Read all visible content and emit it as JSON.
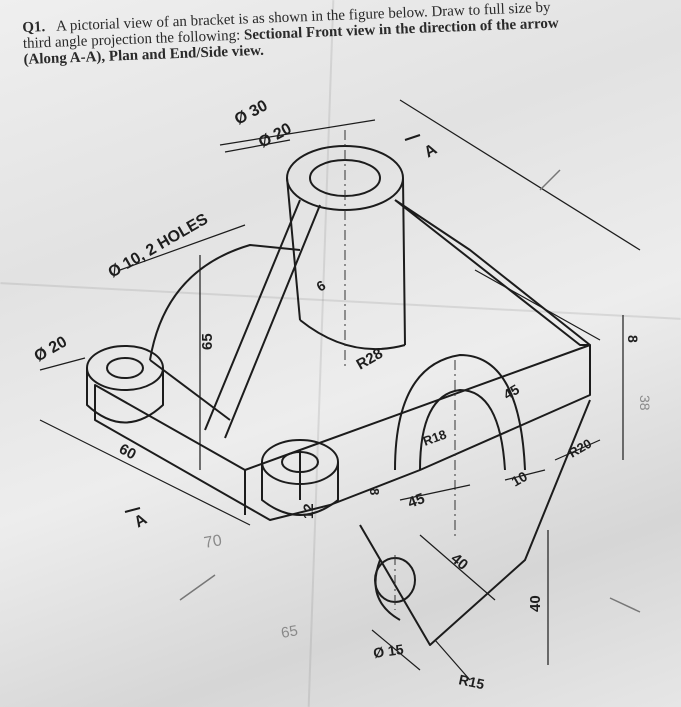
{
  "question": {
    "number": "Q1.",
    "line1": "A pictorial view of an bracket is as shown in the figure below. Draw to full size by",
    "line2_pre": "third angle projection the following:",
    "line2_bold": "Sectional Front view in the direction of the arrow",
    "line3": "(Along A-A), Plan and End/Side view."
  },
  "dimensions": {
    "d30": "Ø 30",
    "d20_top": "Ø 20",
    "holes": "Ø 10, 2 HOLES",
    "d20_left": "Ø 20",
    "h65": "65",
    "w60": "60",
    "t6": "6",
    "r28": "R28",
    "r18": "R18",
    "w45_mid": "45",
    "w45_right": "45",
    "h8_mid": "8",
    "h12": "12",
    "w40": "40",
    "w10": "10",
    "r20": "R20",
    "h40": "40",
    "d15": "Ø 15",
    "r15": "R15",
    "h8_right": "8",
    "section_a_top": "A",
    "section_a_bottom": "A"
  },
  "pencil_notes": {
    "n70": "70",
    "n65": "65",
    "n38": "38"
  }
}
